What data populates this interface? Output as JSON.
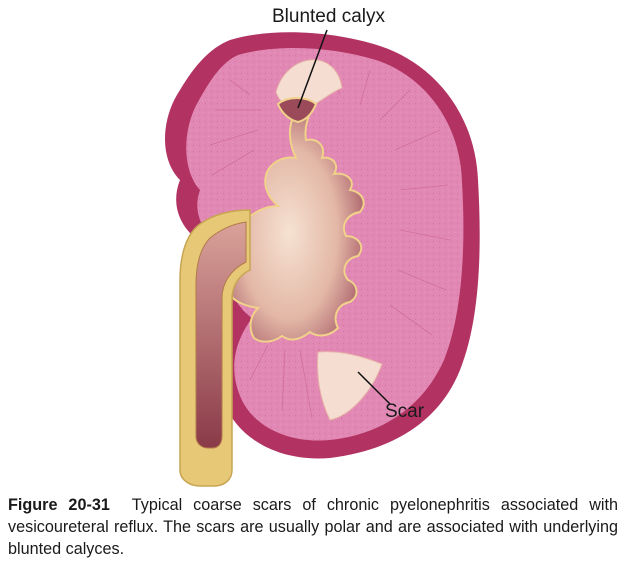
{
  "figure": {
    "callouts": {
      "blunted_calyx": "Blunted calyx",
      "scar": "Scar"
    },
    "caption": {
      "label": "Figure 20-31",
      "text": "Typical coarse scars of chronic pyelonephritis associated with vesicoureteral reflux. The scars are usually polar and are associated with underlying blunted calyces."
    }
  },
  "colors": {
    "capsule": "#b23362",
    "cortex": "#e288b4",
    "scar_tissue": "#f5ddd2",
    "pelvis_light": "#f2d2bc",
    "pelvis_dark": "#8c3a4c",
    "ureter_wall": "#e6c876",
    "ureter_lumen": "#9a4652"
  }
}
